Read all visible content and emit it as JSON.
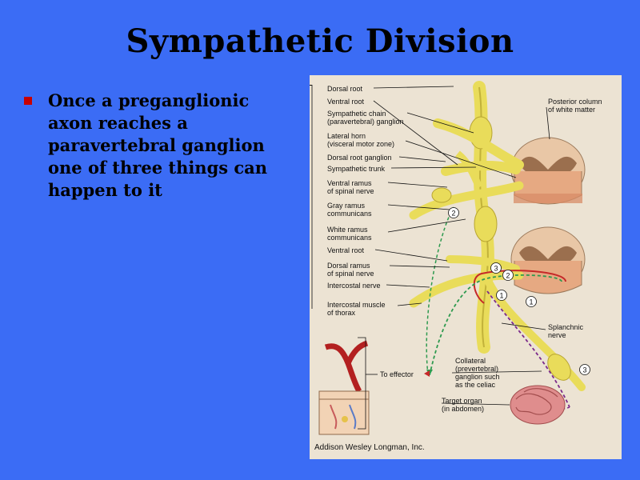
{
  "title": "Sympathetic Division",
  "bullet": {
    "lines": [
      "Once a preganglionic",
      "axon reaches a",
      "paravertebral ganglion",
      "one of three things can",
      "happen to it"
    ]
  },
  "figure": {
    "labels_left": [
      "Dorsal root",
      "Ventral root",
      "Sympathetic chain",
      "(paravertebral) ganglion",
      "Lateral horn",
      "(visceral motor zone)",
      "Dorsal root ganglion",
      "Sympathetic trunk",
      "Ventral ramus",
      "of spinal nerve",
      "Gray ramus",
      "communicans",
      "White ramus",
      "communicans",
      "Ventral root",
      "Dorsal ramus",
      "of spinal nerve",
      "Intercostal nerve",
      "Intercostal muscle",
      "of thorax"
    ],
    "labels_right": [
      "Posterior column",
      "of white matter",
      "Splanchnic",
      "nerve",
      "Collateral",
      "(prevertebral)",
      "ganglion such",
      "as the celiac",
      "Target organ",
      "(in abdomen)",
      "To effector"
    ],
    "pathway_numbers": [
      "1",
      "2",
      "3"
    ],
    "credit": "Addison Wesley Longman, Inc."
  }
}
